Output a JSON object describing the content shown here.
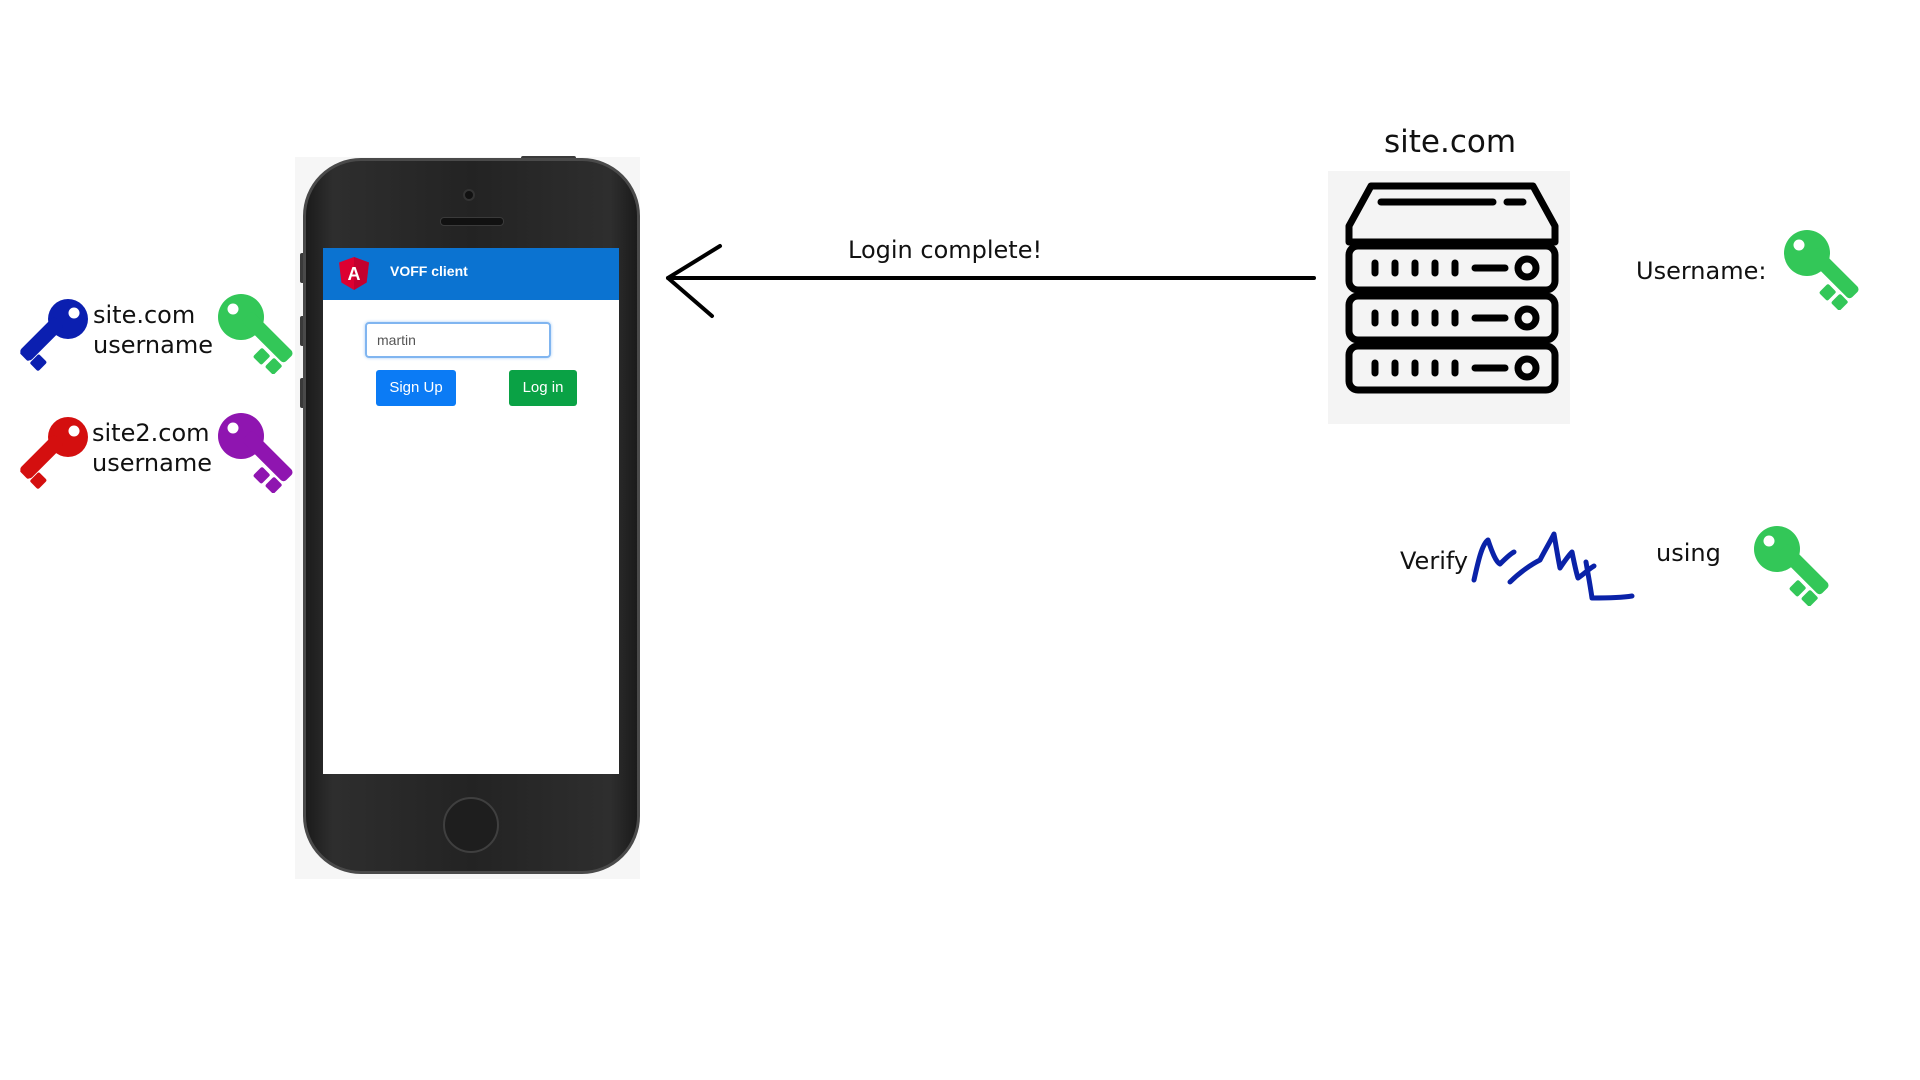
{
  "phone_app": {
    "title": "VOFF client",
    "logo_letter": "A",
    "username_value": "martin",
    "signup_label": "Sign Up",
    "login_label": "Log in"
  },
  "key_labels": {
    "site1": {
      "site": "site.com",
      "username": "username"
    },
    "site2": {
      "site": "site2.com",
      "username": "username"
    }
  },
  "arrow_label": "Login complete!",
  "server": {
    "title": "site.com"
  },
  "server_notes": {
    "username_label": "Username:",
    "verify_label": "Verify",
    "using_label": "using"
  },
  "colors": {
    "blue_key": "#0b1fb0",
    "red_key": "#d40f0f",
    "green_key": "#33c758",
    "purple_key": "#8f15b0",
    "app_header": "#0b73d1",
    "signup_button": "#0b7bf5",
    "login_button": "#0aa245",
    "signature": "#0a22a8"
  }
}
